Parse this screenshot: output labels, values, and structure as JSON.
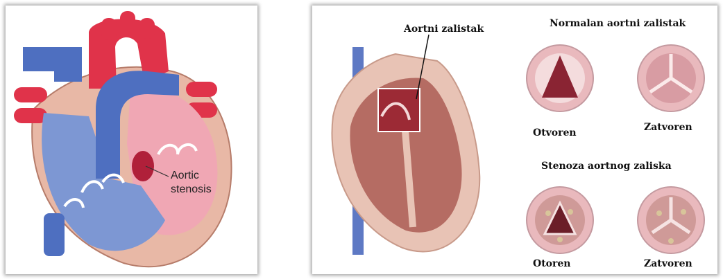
{
  "left_diagram": {
    "label_line1": "Aortic",
    "label_line2": "stenosis"
  },
  "right_diagram": {
    "valve_label": "Aortni zalistak",
    "normal_heading": "Normalan aortni zalistak",
    "normal_open": "Otvoren",
    "normal_closed": "Zatvoren",
    "stenosis_heading": "Stenoza aortnog zaliska",
    "stenosis_open": "Otoren",
    "stenosis_closed": "Zatvoren"
  },
  "colors": {
    "artery_red": "#e0334a",
    "vein_blue": "#4e6fc0",
    "ventricle_pink": "#f0a7b4",
    "myocardium": "#e8b8a6",
    "valve_pink": "#e9b9bd",
    "valve_dark": "#8a2433"
  }
}
